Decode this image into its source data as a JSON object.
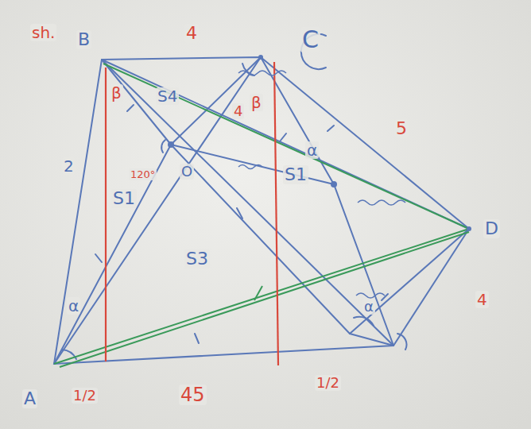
{
  "diagram": {
    "labels": [
      "sh.",
      "B",
      "4",
      "C",
      "5",
      "D",
      "4",
      "A",
      "1/2",
      "45",
      "1/2",
      "2",
      "S4",
      "S1",
      "S1",
      "S3",
      "β",
      "β",
      "α",
      "α",
      "α",
      "120°",
      "O",
      "4"
    ]
  }
}
